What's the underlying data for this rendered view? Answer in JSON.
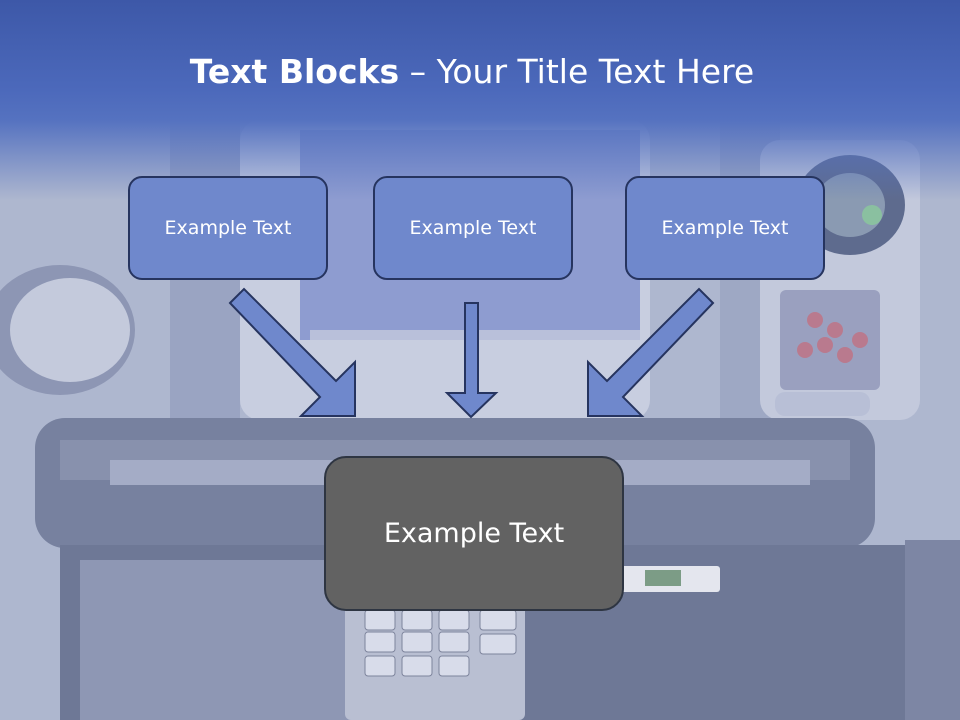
{
  "title": {
    "bold": "Text Blocks",
    "rest": " – Your Title Text Here"
  },
  "top_boxes": [
    {
      "label": "Example Text"
    },
    {
      "label": "Example Text"
    },
    {
      "label": "Example Text"
    }
  ],
  "center_box": {
    "label": "Example Text"
  },
  "colors": {
    "header": "#4c69bb",
    "box_fill": "#6f88cc",
    "center_fill": "#626262",
    "arrow_fill": "#6f88cc"
  }
}
